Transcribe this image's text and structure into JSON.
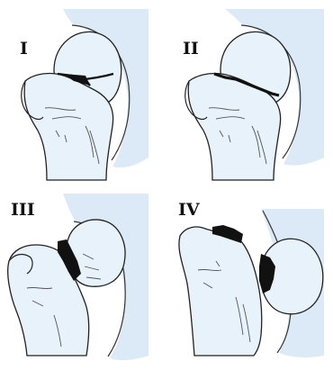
{
  "panels": [
    {
      "id": "I",
      "label": "I"
    },
    {
      "id": "II",
      "label": "II"
    },
    {
      "id": "III",
      "label": "III"
    },
    {
      "id": "IV",
      "label": "IV"
    }
  ],
  "colors": {
    "background": "#ffffff",
    "acetabulum": "#dbeaf6",
    "bone": "#e8f2fb",
    "outline": "#222222",
    "fracture": "#111111"
  }
}
